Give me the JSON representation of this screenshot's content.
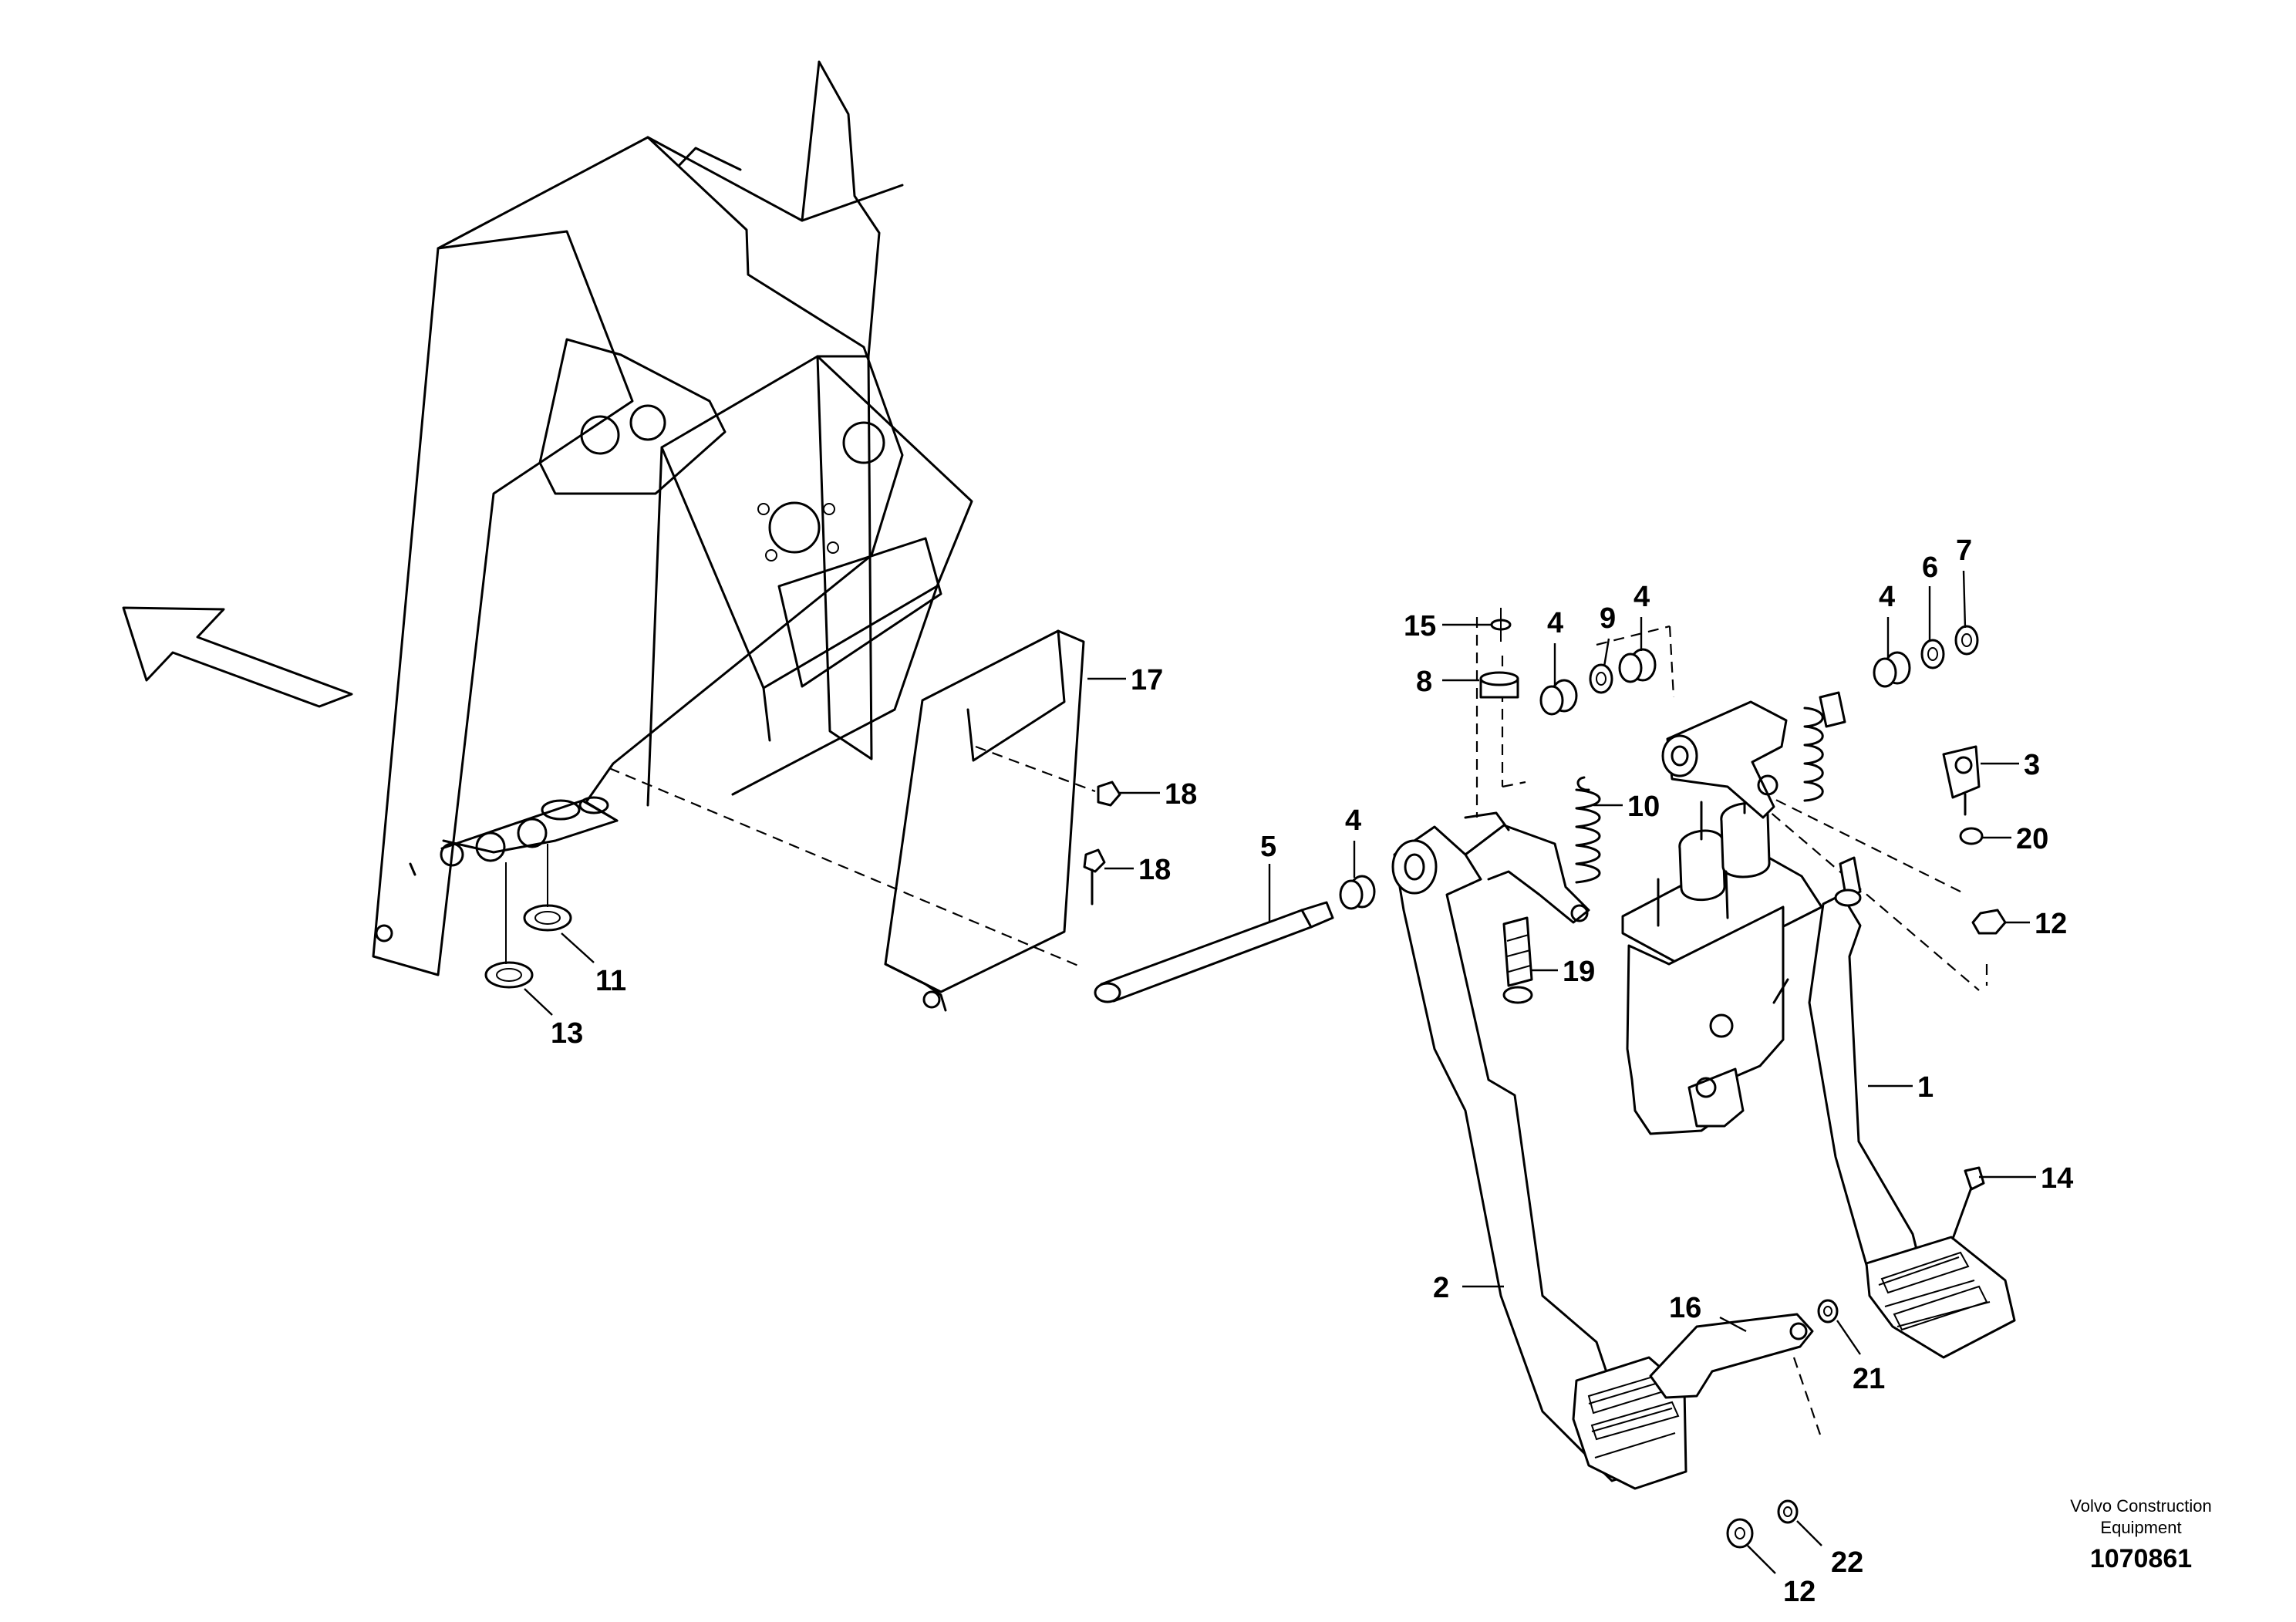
{
  "callouts": [
    "15",
    "8",
    "4",
    "9",
    "4",
    "4",
    "6",
    "7",
    "17",
    "18",
    "18",
    "10",
    "3",
    "20",
    "12",
    "4",
    "5",
    "19",
    "11",
    "13",
    "1",
    "14",
    "2",
    "16",
    "21",
    "22",
    "12"
  ],
  "footer": {
    "company_line1": "Volvo Construction",
    "company_line2": "Equipment",
    "drawing_number": "1070861"
  }
}
